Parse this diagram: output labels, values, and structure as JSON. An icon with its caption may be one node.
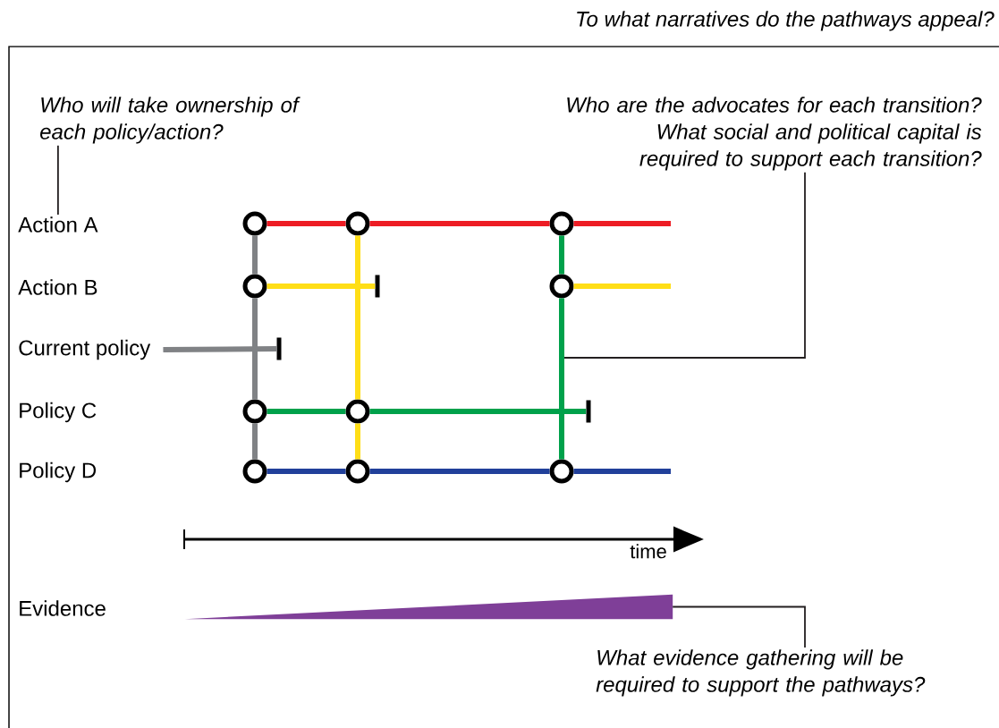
{
  "diagram": {
    "nodes": [
      {
        "text": [
          "Who will take ownership of each policy/action?"
        ]
      },
      {
        "text": [
          "Action A"
        ]
      },
      {
        "text": [
          "Action B"
        ]
      },
      {
        "text": [
          "Current policy"
        ]
      },
      {
        "text": [
          "Policy C"
        ]
      },
      {
        "text": [
          "Policy D"
        ]
      },
      {
        "text": [
          "Evidence"
        ]
      },
      {
        "text": [
          "Who are the advocates for each transition? What social and political capital is required to support each transition?"
        ]
      },
      {
        "text": [
          "What evidence gathering will be required to support the pathways?"
        ]
      },
      {
        "text": [],
        "shape": "triangle"
      },
      {
        "text": [],
        "shape": "circle"
      },
      {
        "text": [],
        "shape": "circle"
      },
      {
        "text": [],
        "shape": "circle"
      },
      {
        "text": [],
        "shape": "circle"
      },
      {
        "text": [],
        "shape": "circle"
      },
      {
        "text": [],
        "shape": "circle"
      },
      {
        "text": [],
        "shape": "circle"
      },
      {
        "text": [],
        "shape": "circle"
      },
      {
        "text": [],
        "shape": "circle"
      },
      {
        "text": [],
        "shape": "circle"
      },
      {
        "text": [],
        "shape": "bar"
      },
      {
        "text": [],
        "shape": "bar"
      },
      {
        "text": [],
        "shape": "bar"
      }
    ],
    "edges": [
      {
        "from": 0,
        "to": 1,
        "arrow": "none",
        "color": "#231f20"
      },
      {
        "from": 7,
        "to": null,
        "arrow": "none",
        "color": "#231f20"
      },
      {
        "from": 8,
        "to": 9,
        "arrow": "none",
        "color": "#231f20"
      },
      {
        "from": 10,
        "to": 11,
        "arrow": "none",
        "color": "#ed1c24"
      },
      {
        "from": 11,
        "to": 12,
        "arrow": "none",
        "color": "#ed1c24"
      },
      {
        "from": 12,
        "to": null,
        "arrow": "none",
        "color": "#ed1c24"
      },
      {
        "from": 13,
        "to": 20,
        "arrow": "none",
        "color": "#ffde17"
      },
      {
        "from": 3,
        "to": 21,
        "arrow": "none",
        "color": "#808285"
      },
      {
        "from": 10,
        "to": 13,
        "arrow": "none",
        "color": "#808285"
      },
      {
        "from": 13,
        "to": 15,
        "arrow": "none",
        "color": "#808285"
      },
      {
        "from": 15,
        "to": 17,
        "arrow": "none",
        "color": "#808285"
      },
      {
        "from": 11,
        "to": 16,
        "arrow": "none",
        "color": "#ffde17"
      },
      {
        "from": 16,
        "to": 18,
        "arrow": "none",
        "color": "#ffde17"
      },
      {
        "from": 15,
        "to": 16,
        "arrow": "none",
        "color": "#00a14b"
      },
      {
        "from": 16,
        "to": 22,
        "arrow": "none",
        "color": "#00a14b"
      },
      {
        "from": 12,
        "to": 14,
        "arrow": "none",
        "color": "#00a14b"
      },
      {
        "from": 14,
        "to": 19,
        "arrow": "none",
        "color": "#00a14b"
      },
      {
        "from": 14,
        "to": null,
        "arrow": "none",
        "color": "#ffde17"
      },
      {
        "from": 17,
        "to": 18,
        "arrow": "none",
        "color": "#21409a"
      },
      {
        "from": 18,
        "to": 19,
        "arrow": "none",
        "color": "#21409a"
      },
      {
        "from": 19,
        "to": null,
        "arrow": "none",
        "color": "#21409a"
      }
    ],
    "labels": [
      "To what narratives do the pathways appeal?",
      "time"
    ]
  }
}
